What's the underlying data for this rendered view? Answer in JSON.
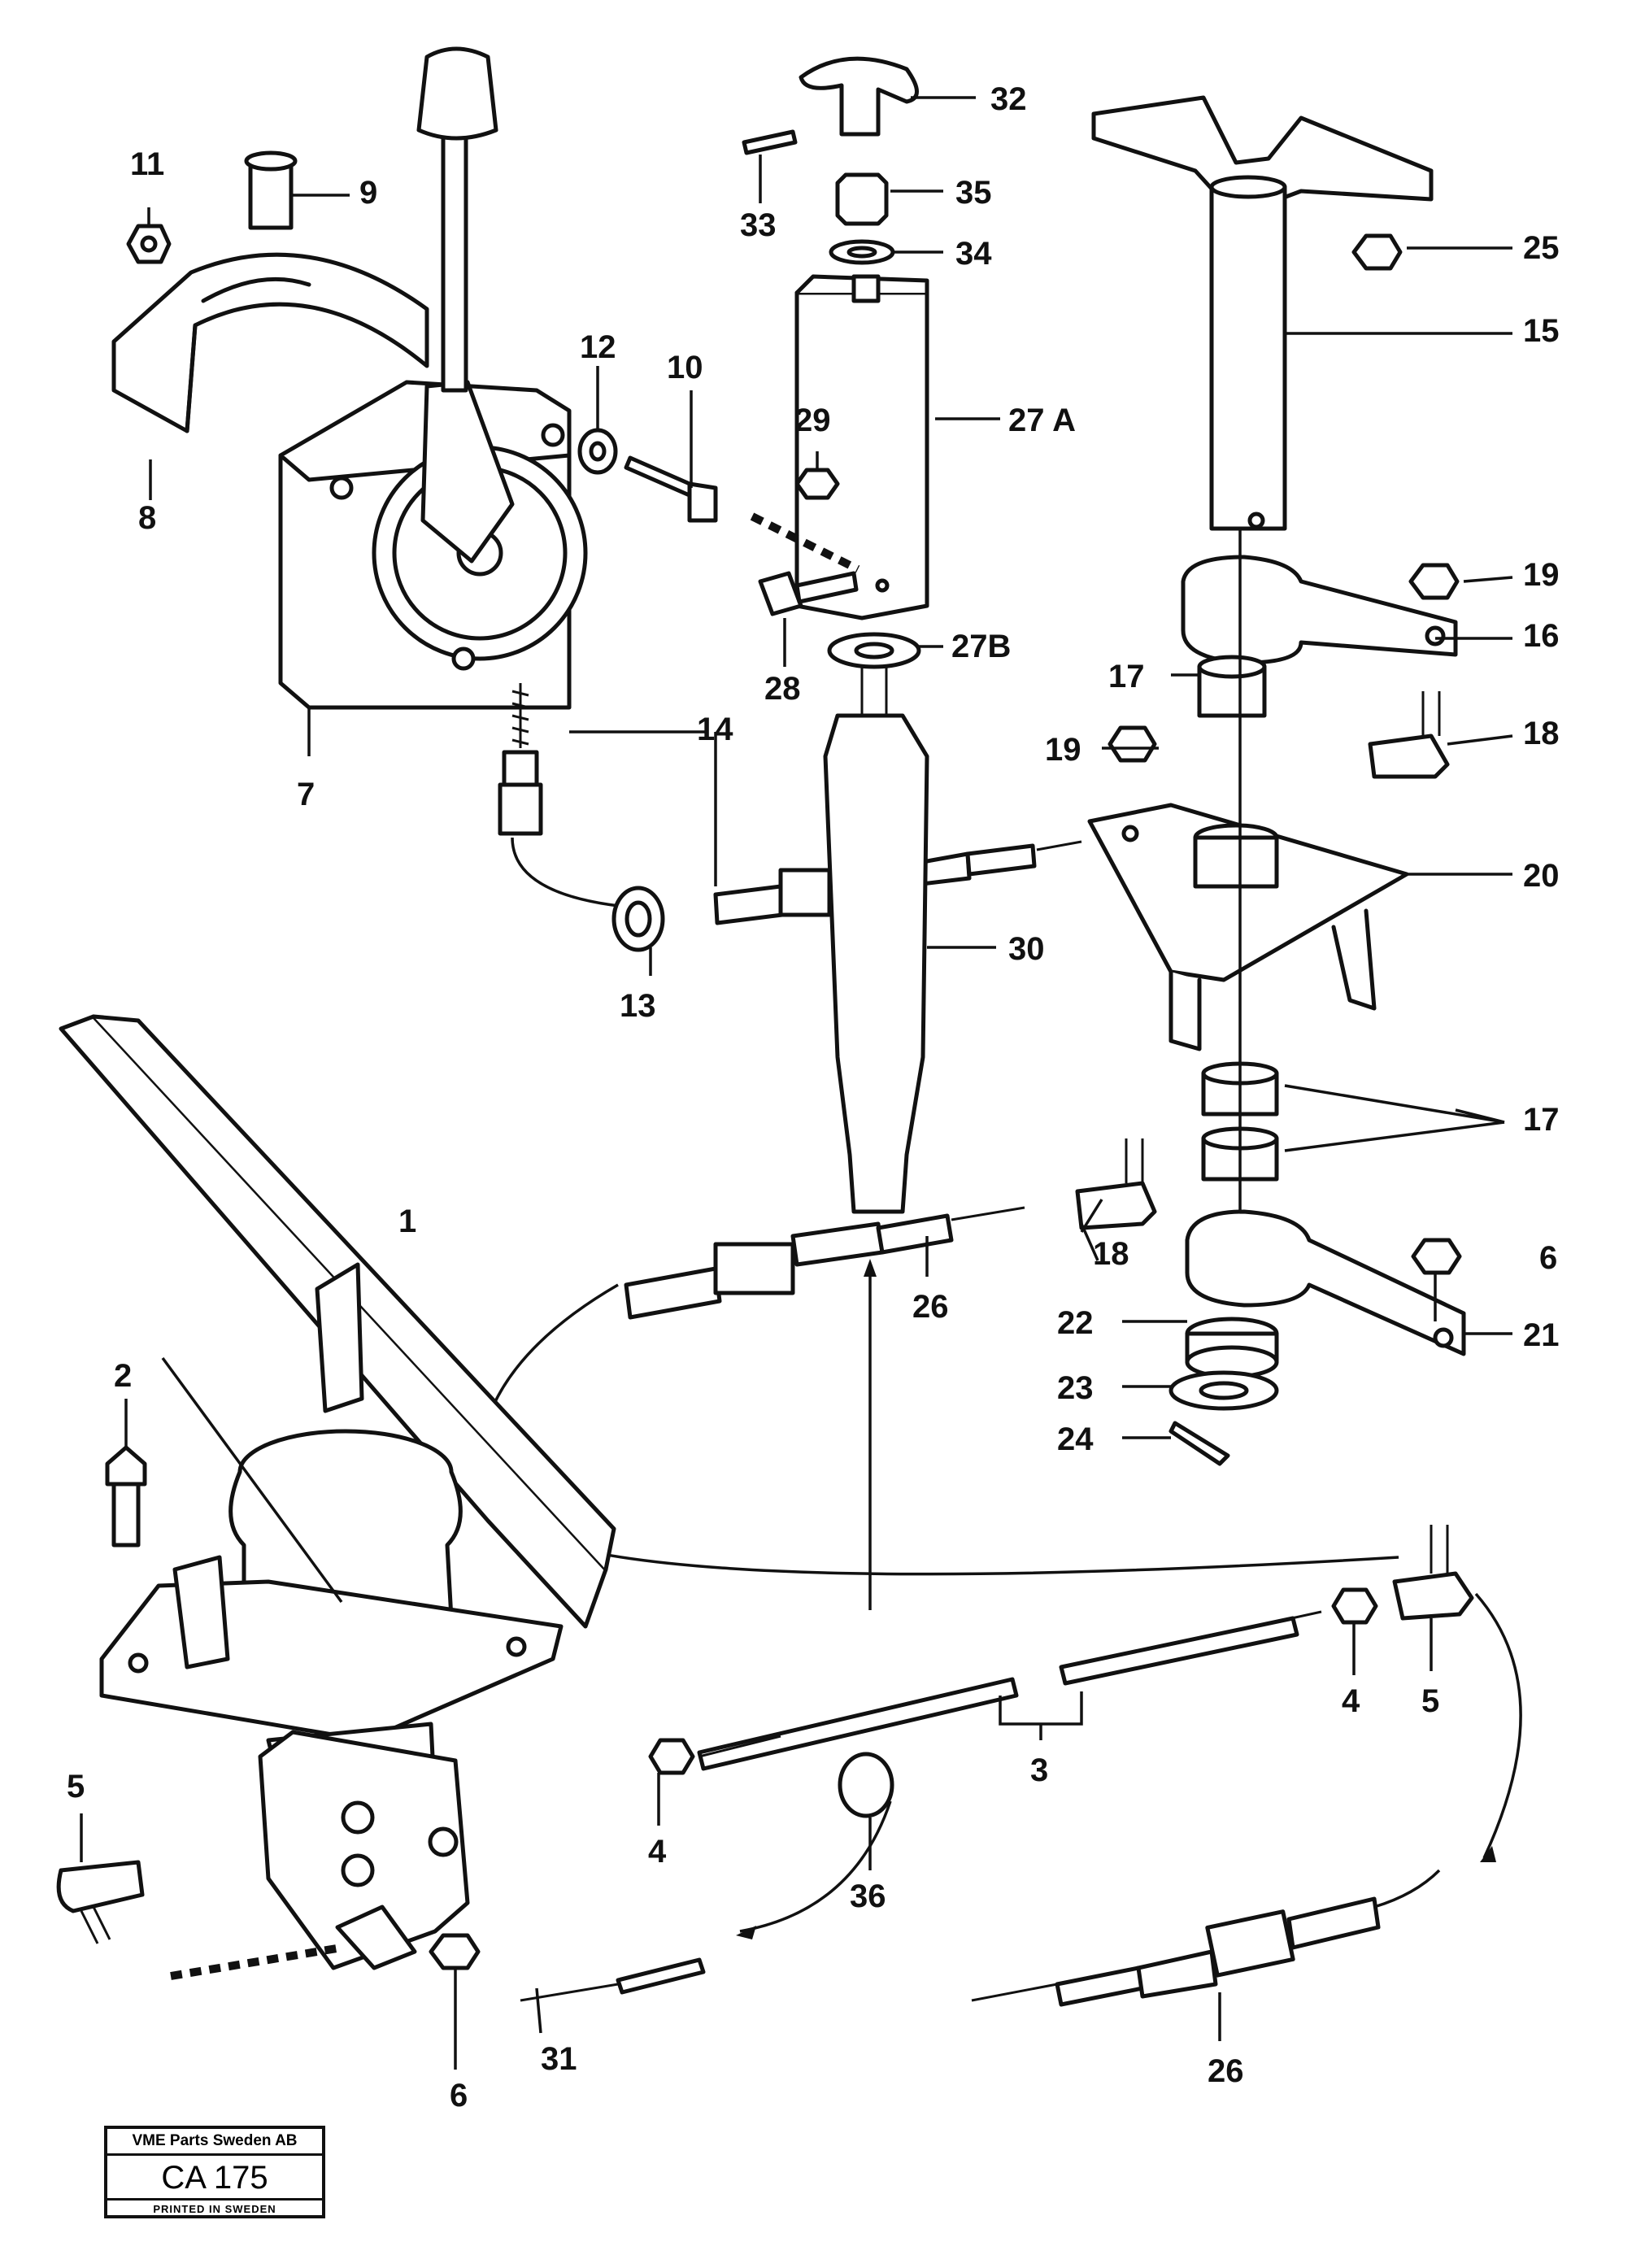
{
  "callouts": {
    "c1": "1",
    "c2": "2",
    "c3": "3",
    "c4a": "4",
    "c4b": "4",
    "c5a": "5",
    "c5b": "5",
    "c6a": "6",
    "c6b": "6",
    "c7": "7",
    "c8": "8",
    "c9": "9",
    "c10": "10",
    "c11": "11",
    "c12": "12",
    "c13": "13",
    "c14": "14",
    "c15": "15",
    "c16": "16",
    "c17a": "17",
    "c17b": "17",
    "c18a": "18",
    "c18b": "18",
    "c19a": "19",
    "c19b": "19",
    "c20": "20",
    "c21": "21",
    "c22": "22",
    "c23": "23",
    "c24": "24",
    "c25": "25",
    "c26a": "26",
    "c26b": "26",
    "c27a": "27 A",
    "c27b": "27B",
    "c28": "28",
    "c29": "29",
    "c30": "30",
    "c31": "31",
    "c32": "32",
    "c33": "33",
    "c34": "34",
    "c35": "35",
    "c36": "36"
  },
  "stamp": {
    "company": "VME Parts Sweden AB",
    "code": "CA 175",
    "printed": "PRINTED IN SWEDEN"
  }
}
